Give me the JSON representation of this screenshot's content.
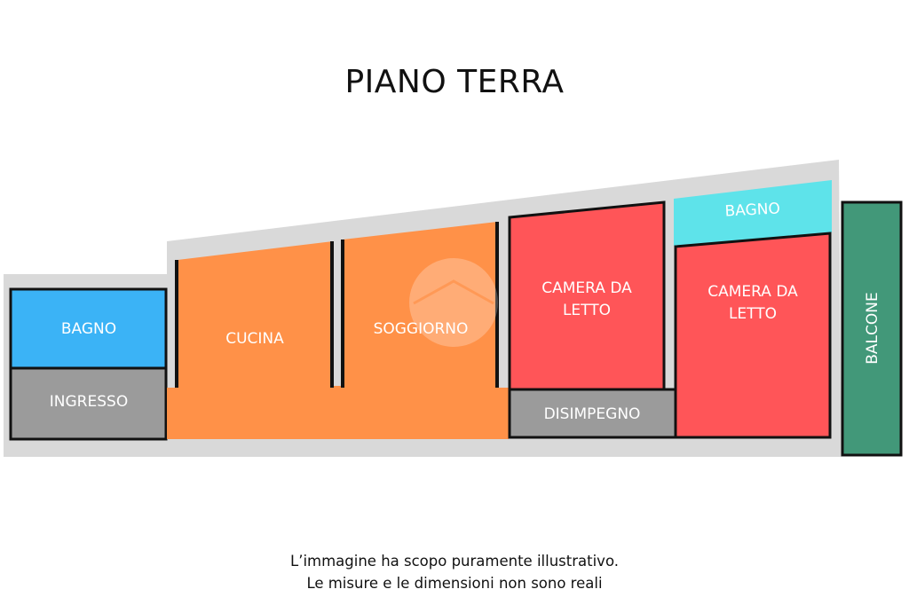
{
  "title": "PIANO TERRA",
  "rooms": {
    "bagno_left": "BAGNO",
    "ingresso": "INGRESSO",
    "cucina": "CUCINA",
    "soggiorno": "SOGGIORNO",
    "camera_1_line1": "CAMERA DA",
    "camera_1_line2": "LETTO",
    "disimpegno": "DISIMPEGNO",
    "bagno_right": "BAGNO",
    "camera_2_line1": "CAMERA DA",
    "camera_2_line2": "LETTO",
    "balcone": "BALCONE"
  },
  "colors": {
    "wall": "#d9d9d9",
    "outline": "#111111",
    "bagno": "#3bb3f6",
    "service": "#9b9b9b",
    "living": "#ff9148",
    "camera": "#ff5558",
    "bagno_right": "#5ee3ea",
    "balcone": "#429879"
  },
  "disclaimer": {
    "line1": "L’immagine ha scopo puramente illustrativo.",
    "line2": "Le misure e le dimensioni non sono reali"
  }
}
